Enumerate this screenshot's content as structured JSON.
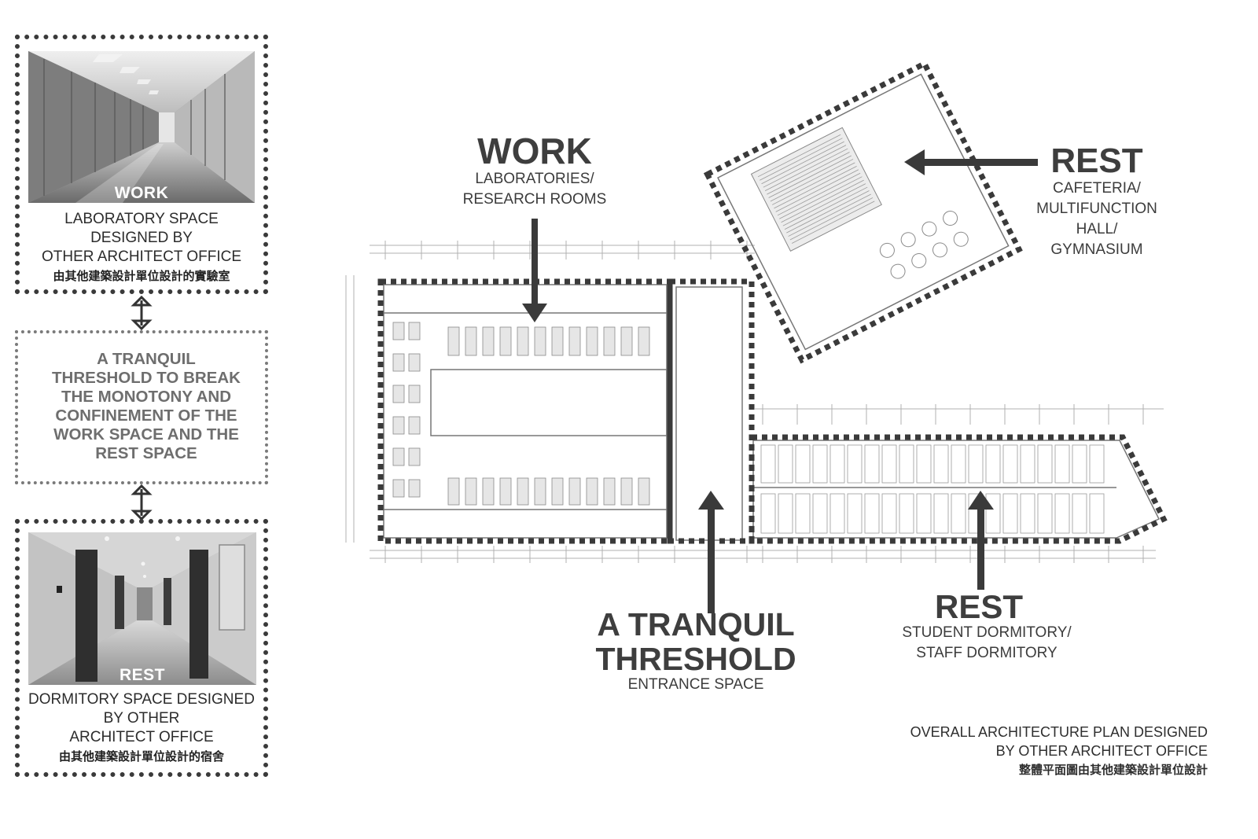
{
  "left_panel": {
    "work_card": {
      "photo_label": "WORK",
      "caption_lines": [
        "LABORATORY SPACE",
        "DESIGNED BY",
        "OTHER ARCHITECT OFFICE"
      ],
      "caption_zh": "由其他建築設計單位設計的實驗室"
    },
    "threshold_card": {
      "lines": [
        "A TRANQUIL",
        "THRESHOLD TO BREAK",
        "THE MONOTONY AND",
        "CONFINEMENT OF THE",
        "WORK SPACE AND THE",
        "REST SPACE"
      ]
    },
    "rest_card": {
      "photo_label": "REST",
      "caption_lines": [
        "DORMITORY SPACE DESIGNED",
        "BY OTHER",
        "ARCHITECT OFFICE"
      ],
      "caption_zh": "由其他建築設計單位設計的宿舍"
    }
  },
  "plan_labels": {
    "work": {
      "title": "WORK",
      "sub_lines": [
        "LABORATORIES/",
        "RESEARCH ROOMS"
      ]
    },
    "rest_top": {
      "title": "REST",
      "sub_lines": [
        "CAFETERIA/",
        "MULTIFUNCTION",
        "HALL/",
        "GYMNASIUM"
      ]
    },
    "threshold": {
      "title_lines": [
        "A TRANQUIL",
        "THRESHOLD"
      ],
      "sub": "ENTRANCE SPACE"
    },
    "rest_bottom": {
      "title": "REST",
      "sub_lines": [
        "STUDENT DORMITORY/",
        "STAFF DORMITORY"
      ]
    }
  },
  "footnote": {
    "lines": [
      "OVERALL ARCHITECTURE PLAN DESIGNED",
      "BY OTHER ARCHITECT OFFICE"
    ],
    "zh": "整體平面圖由其他建築設計單位設計"
  },
  "colors": {
    "dotted_border": "#3a3a3a",
    "label_text": "#3e3e3e",
    "arrow": "#3a3a3a"
  }
}
